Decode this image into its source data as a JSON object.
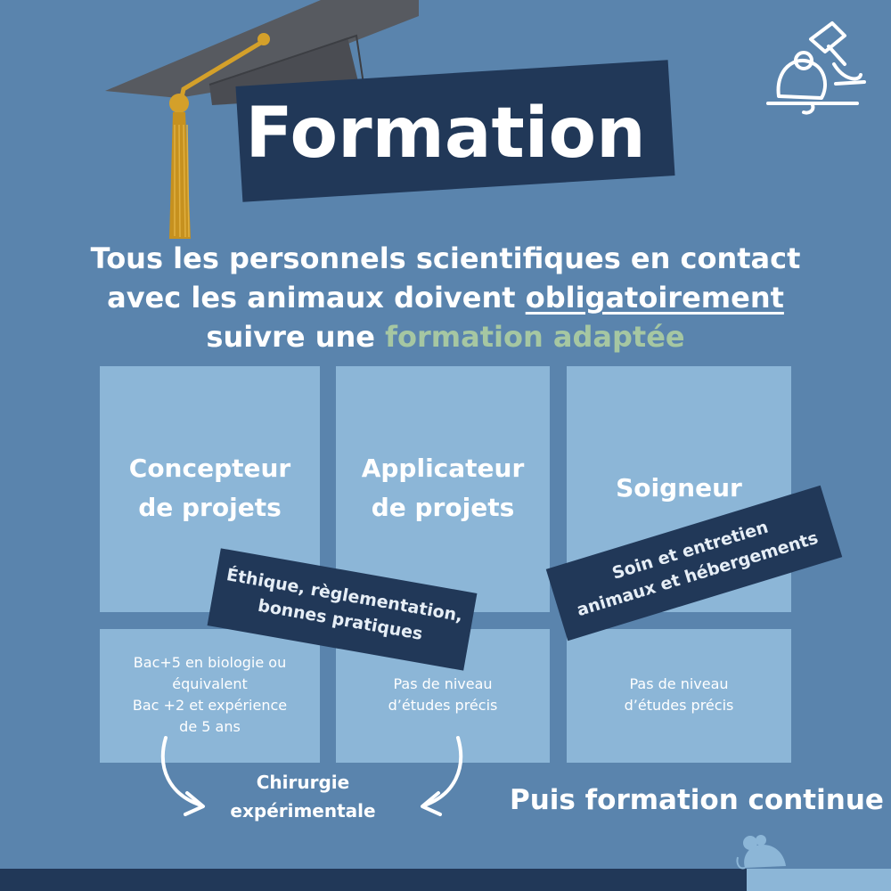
{
  "title": "Formation",
  "intro": {
    "line1": "Tous les personnels scientifiques en contact",
    "line2_start": "avec les animaux doivent ",
    "line2_emphasis": "obligatoirement",
    "line3_start": "suivre une ",
    "line3_accent": "formation adaptée"
  },
  "cards": [
    {
      "title_line1": "Concepteur",
      "title_line2": "de projets",
      "requirement_lines": [
        "Bac+5 en biologie ou",
        "équivalent",
        "Bac +2 et expérience",
        "de 5 ans"
      ]
    },
    {
      "title_line1": "Applicateur",
      "title_line2": "de projets",
      "requirement_lines": [
        "Pas de niveau",
        "d’études précis"
      ]
    },
    {
      "title_line1": "Soigneur",
      "requirement_lines": [
        "Pas de niveau",
        "d’études précis"
      ]
    }
  ],
  "banners": {
    "ethics_lines": [
      "Éthique, règlementation,",
      "bonnes pratiques"
    ],
    "care_lines": [
      "Soin et entretien",
      "animaux et hébergements"
    ]
  },
  "surgery_lines": [
    "Chirurgie",
    "expérimentale"
  ],
  "continuing_training": "Puis formation continue",
  "colors": {
    "background": "#5a84ad",
    "card": "#8cb6d7",
    "dark_navy": "#213858",
    "accent_green": "#a6c7a2",
    "cap_gray": "#575a60",
    "tassel_gold": "#d4a02a"
  },
  "icons": {
    "cap": "graduation-cap-icon",
    "logo": "mouse-microscope-logo-icon",
    "footer": "mouse-icon"
  }
}
